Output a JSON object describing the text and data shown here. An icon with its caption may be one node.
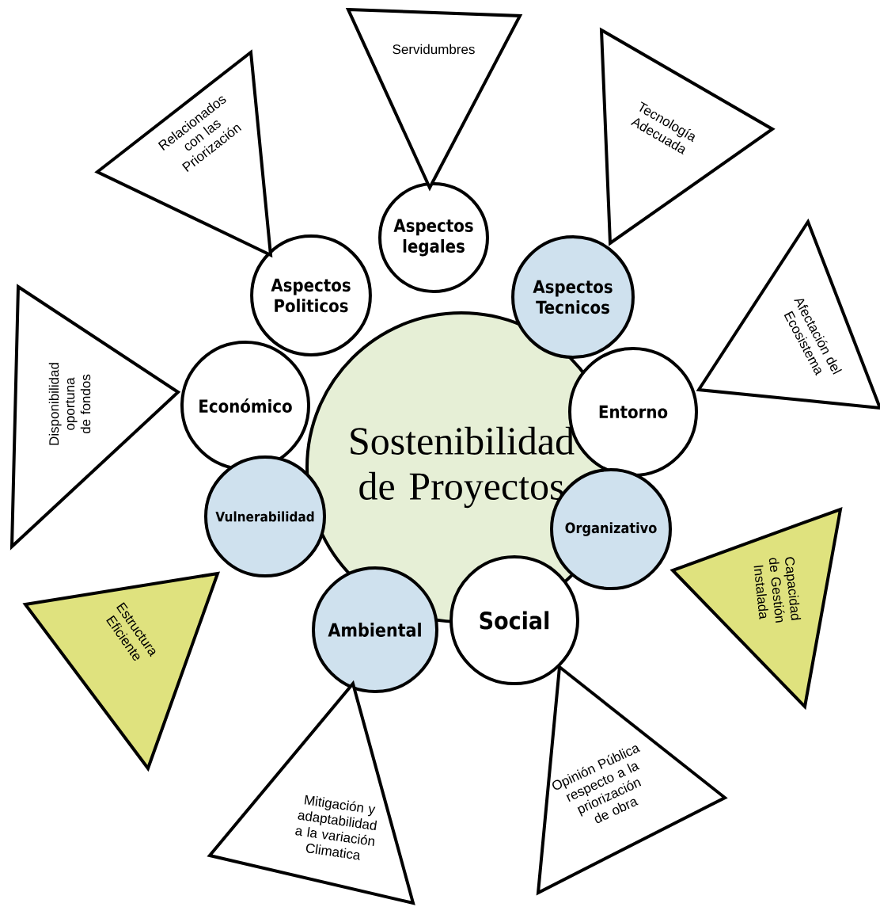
{
  "diagram": {
    "nodes": [
      {
        "text": [
          "Sostenibilidad de Proyectos"
        ]
      },
      {
        "text": [
          "Aspectos legales"
        ]
      },
      {
        "text": [
          "Aspectos Politicos"
        ]
      },
      {
        "text": [
          "Aspectos Tecnicos"
        ]
      },
      {
        "text": [
          "Económico"
        ]
      },
      {
        "text": [
          "Entorno"
        ]
      },
      {
        "text": [
          "Vulnerabilidad"
        ]
      },
      {
        "text": [
          "Organizativo"
        ]
      },
      {
        "text": [
          "Ambiental"
        ]
      },
      {
        "text": [
          "Social"
        ]
      },
      {
        "text": [
          "Servidumbres"
        ]
      },
      {
        "text": [
          "Relacionados con las Priorización"
        ]
      },
      {
        "text": [
          "Tecnología Adecuada"
        ]
      },
      {
        "text": [
          "Disponibilidad oportuna de fondos"
        ]
      },
      {
        "text": [
          "Afectación del Ecosistema"
        ]
      },
      {
        "text": [
          "Estructura Eficiente"
        ]
      },
      {
        "text": [
          "Capacidad de Gestión Instalada"
        ]
      },
      {
        "text": [
          "Mitigación y adaptabilidad a la variación Climatica"
        ]
      },
      {
        "text": [
          "Opinión Pública respecto a la priorización de obra"
        ]
      }
    ]
  }
}
